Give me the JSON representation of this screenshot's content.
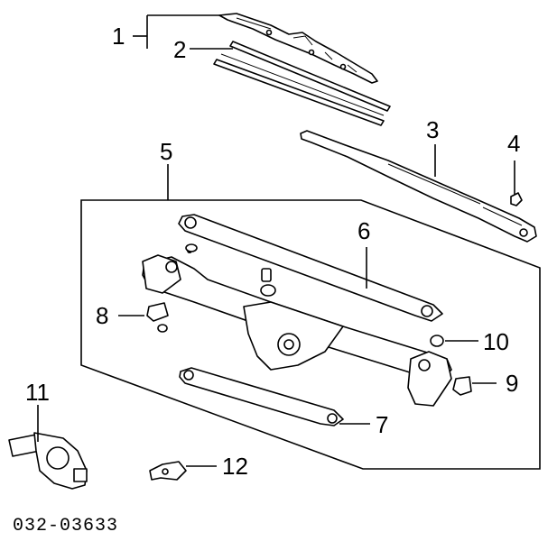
{
  "diagram": {
    "callouts": [
      "1",
      "2",
      "3",
      "4",
      "5",
      "6",
      "7",
      "8",
      "9",
      "10",
      "11",
      "12"
    ],
    "catalog_code": "032-03633"
  }
}
